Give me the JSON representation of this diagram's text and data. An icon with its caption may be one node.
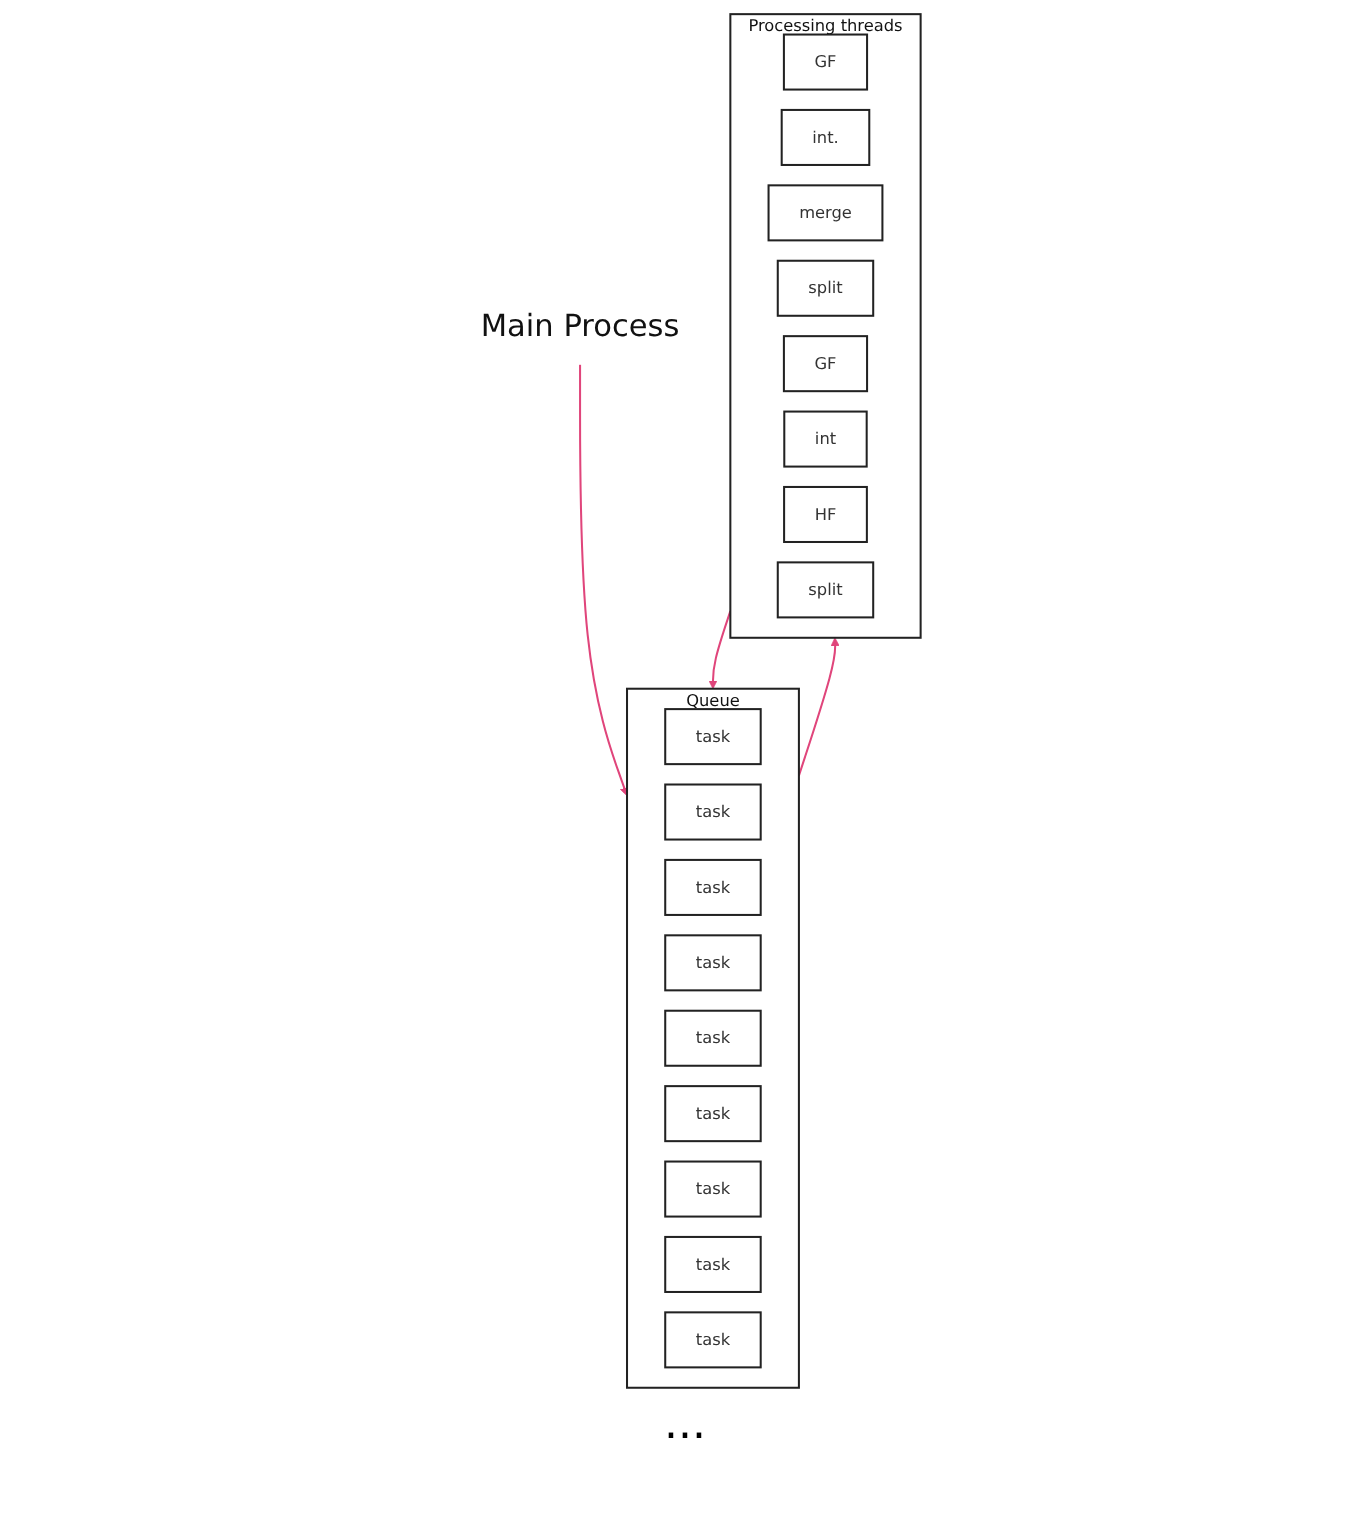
{
  "diagram": {
    "nodes": [
      {
        "text": [
          "Main Process"
        ]
      },
      {
        "text": [
          "Queue"
        ]
      },
      {
        "text": [
          "task"
        ],
        "in": 1
      },
      {
        "text": [
          "task"
        ],
        "in": 1
      },
      {
        "text": [
          "task"
        ],
        "in": 1
      },
      {
        "text": [
          "task"
        ],
        "in": 1
      },
      {
        "text": [
          "task"
        ],
        "in": 1
      },
      {
        "text": [
          "task"
        ],
        "in": 1
      },
      {
        "text": [
          "task"
        ],
        "in": 1
      },
      {
        "text": [
          "task"
        ],
        "in": 1
      },
      {
        "text": [
          "task"
        ],
        "in": 1
      },
      {
        "text": [
          "Processing threads"
        ]
      },
      {
        "text": [
          "GF"
        ],
        "in": 11
      },
      {
        "text": [
          "int."
        ],
        "in": 11
      },
      {
        "text": [
          "merge"
        ],
        "in": 11
      },
      {
        "text": [
          "split"
        ],
        "in": 11
      },
      {
        "text": [
          "GF"
        ],
        "in": 11
      },
      {
        "text": [
          "int"
        ],
        "in": 11
      },
      {
        "text": [
          "HF"
        ],
        "in": 11
      },
      {
        "text": [
          "split"
        ],
        "in": 11
      }
    ],
    "edges": [
      {
        "from": 0,
        "to": 1,
        "arrow": "to"
      },
      {
        "from": 1,
        "to": 11,
        "arrow": "to"
      },
      {
        "from": 11,
        "to": 1,
        "arrow": "to"
      }
    ],
    "labels": [
      "..."
    ]
  }
}
